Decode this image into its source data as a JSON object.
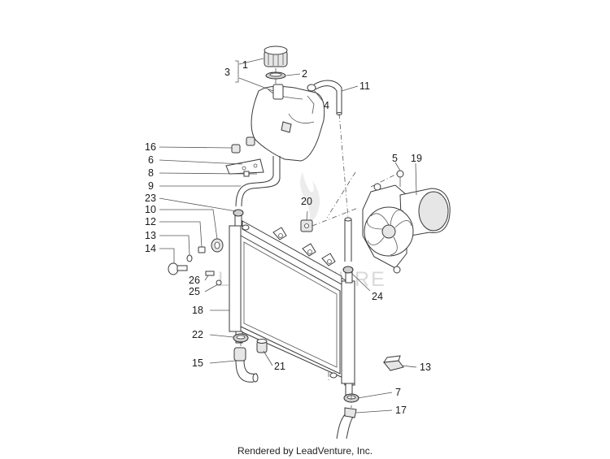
{
  "watermark": {
    "text": "LEADVENTURE"
  },
  "footer": {
    "text": "Rendered by LeadVenture, Inc."
  },
  "callouts": {
    "c1": "1",
    "c2": "2",
    "c3": "3",
    "c4": "4",
    "c5": "5",
    "c6": "6",
    "c7": "7",
    "c8": "8",
    "c9": "9",
    "c10": "10",
    "c11": "11",
    "c12": "12",
    "c13a": "13",
    "c13b": "13",
    "c14": "14",
    "c15": "15",
    "c16": "16",
    "c17": "17",
    "c18": "18",
    "c19": "19",
    "c20": "20",
    "c21": "21",
    "c22": "22",
    "c23": "23",
    "c24": "24",
    "c25": "25",
    "c26": "26"
  }
}
